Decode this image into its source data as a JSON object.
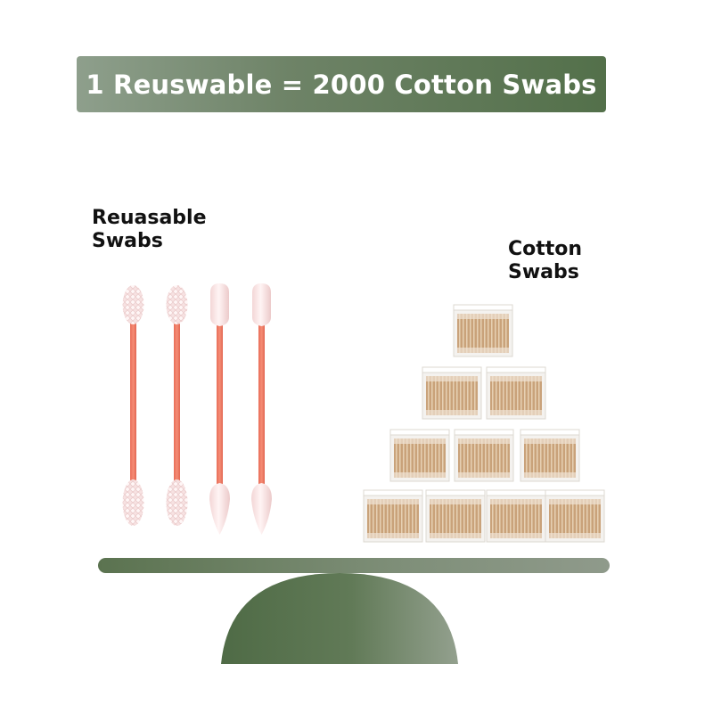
{
  "banner": {
    "text": "1 Reuswable = 2000 Cotton Swabs",
    "colors": {
      "left": "#8e9f8c",
      "right": "#53704a"
    }
  },
  "left_label": {
    "line1": "Reuasable",
    "line2": "Swabs"
  },
  "right_label": {
    "line1": "Cotton",
    "line2": "Swabs"
  },
  "reusable_swabs": {
    "count": 4,
    "tips": [
      "textured",
      "textured",
      "smooth",
      "smooth"
    ],
    "stick_color": "#f0806a",
    "tip_color": "#fbe6e6"
  },
  "cotton_swab_boxes": {
    "rows": [
      1,
      2,
      3,
      4
    ],
    "box_color": "#d9bfa0"
  },
  "scale": {
    "beam_color": "#6b7f62",
    "fulcrum_color": "#5d7654"
  }
}
